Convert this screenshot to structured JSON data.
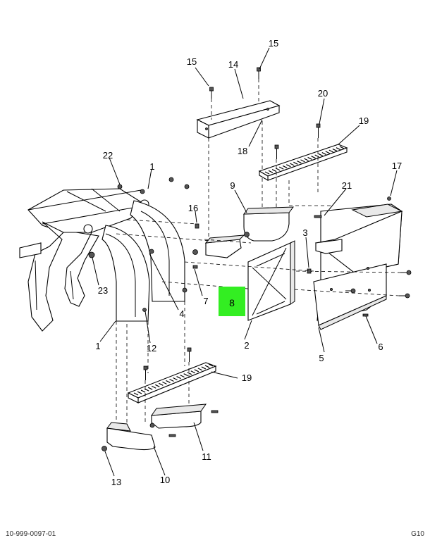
{
  "diagram": {
    "highlight_color": "#33ee22",
    "highlight_label": "8",
    "callouts": {
      "c1a": "1",
      "c1b": "1",
      "c2": "2",
      "c3": "3",
      "c4": "4",
      "c5": "5",
      "c6": "6",
      "c7": "7",
      "c9": "9",
      "c10": "10",
      "c11": "11",
      "c12": "12",
      "c13": "13",
      "c14": "14",
      "c15a": "15",
      "c15b": "15",
      "c16": "16",
      "c17": "17",
      "c18": "18",
      "c19a": "19",
      "c19b": "19",
      "c20": "20",
      "c21": "21",
      "c22": "22",
      "c23": "23"
    }
  },
  "footer": {
    "left": "10-999-0097-01",
    "right": "G10"
  }
}
